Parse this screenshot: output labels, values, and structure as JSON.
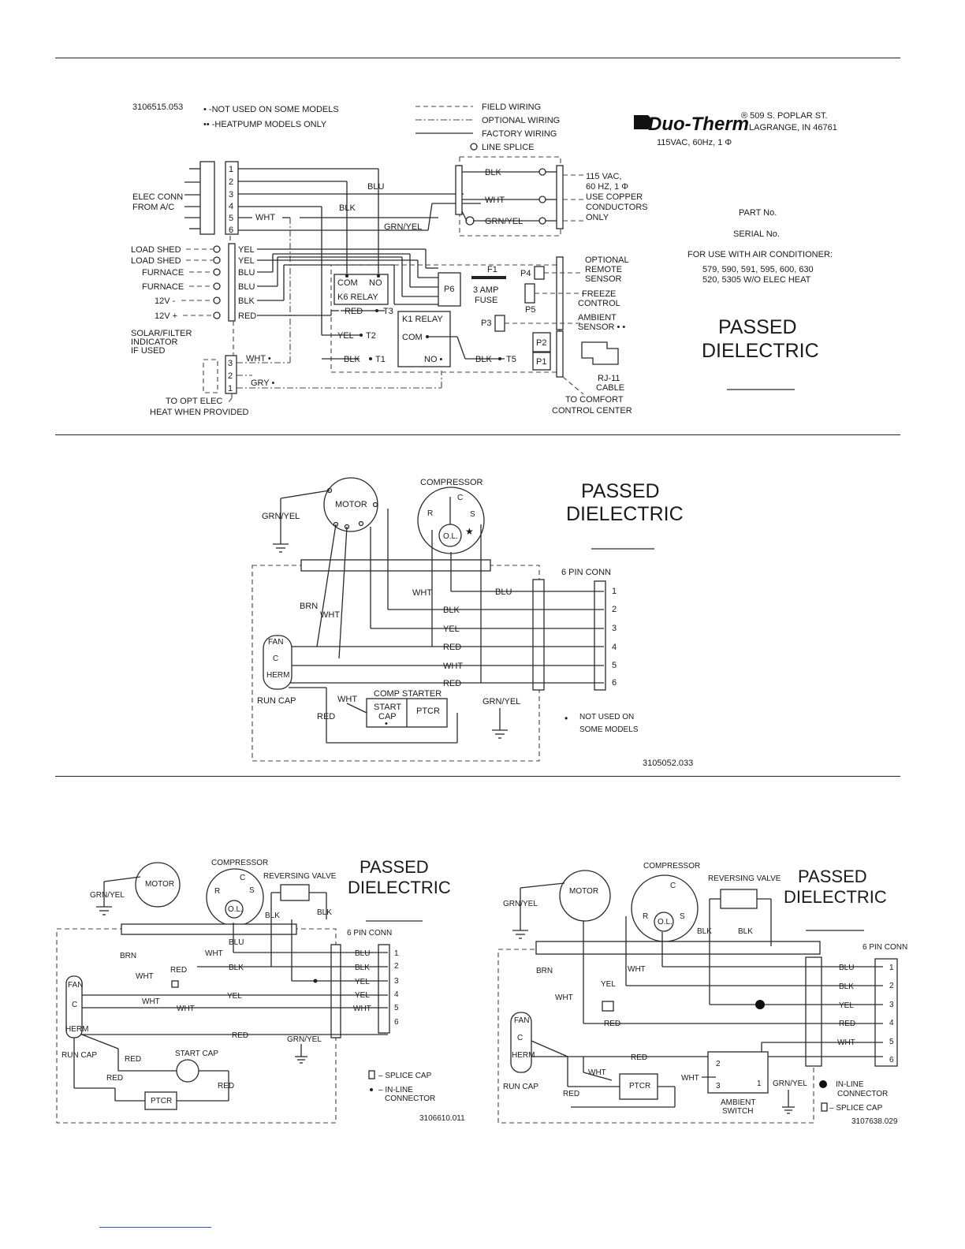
{
  "panel1": {
    "doc_code": "3106515.053",
    "legend_notes": [
      "• -NOT USED ON SOME MODELS",
      "•• -HEATPUMP MODELS ONLY"
    ],
    "wiring_legend": [
      "FIELD WIRING",
      "OPTIONAL WIRING",
      "FACTORY WIRING",
      "LINE SPLICE"
    ],
    "brand": "Duo-Therm",
    "address_1": "® 509 S. POPLAR ST.",
    "address_2": "LAGRANGE, IN 46761",
    "power_rating": "115VAC, 60Hz, 1 Φ",
    "elec_conn": [
      "ELEC CONN",
      "FROM A/C"
    ],
    "pins": [
      "1",
      "2",
      "3",
      "4",
      "5",
      "6"
    ],
    "pin5_wire": "WHT",
    "left_inputs": [
      "LOAD SHED",
      "LOAD SHED",
      "FURNACE",
      "FURNACE",
      "12V -",
      "12V +"
    ],
    "left_wires": [
      "YEL",
      "YEL",
      "BLU",
      "BLU",
      "BLK",
      "RED"
    ],
    "solar_filter": [
      "SOLAR/FILTER",
      "INDICATOR",
      "IF USED"
    ],
    "opt_pins": [
      "3",
      "2",
      "1"
    ],
    "opt_wires": [
      "WHT •",
      "GRY •"
    ],
    "opt_elec": [
      "TO OPT ELEC",
      "HEAT WHEN PROVIDED"
    ],
    "mid_labels": {
      "blu": "BLU",
      "blk": "BLK",
      "grn_yel": "GRN/YEL"
    },
    "line_wires": [
      "BLK",
      "WHT",
      "GRN/YEL"
    ],
    "line_voltage": [
      "115 VAC,",
      "60 HZ, 1 Φ",
      "USE COPPER",
      "CONDUCTORS",
      "ONLY"
    ],
    "k6_relay": {
      "com": "COM",
      "no": "NO",
      "label": "K6   RELAY"
    },
    "k1_relay": {
      "label": "K1  RELAY",
      "com": "COM",
      "no": "NO •"
    },
    "terminals": [
      "RED",
      "T3",
      "YEL",
      "T2",
      "BLK",
      "T1",
      "BLK",
      "T5"
    ],
    "connectors": {
      "p6": "P6",
      "p4": "P4",
      "p5": "P5",
      "p3": "P3",
      "p2": "P2",
      "p1": "P1",
      "f1": "F1"
    },
    "fuse": [
      "3 AMP",
      "FUSE"
    ],
    "right_sensors": [
      "OPTIONAL",
      "REMOTE",
      "SENSOR",
      "FREEZE",
      "CONTROL",
      "AMBIENT",
      "SENSOR • •"
    ],
    "rj11": [
      "RJ-11",
      "CABLE"
    ],
    "comfort": [
      "TO COMFORT",
      "CONTROL CENTER"
    ],
    "part_no": "PART No.",
    "serial_no": "SERIAL No.",
    "for_use": "FOR USE WITH AIR CONDITIONER:",
    "models_1": "579, 590, 591, 595, 600, 630",
    "models_2": "520, 5305 W/O ELEC HEAT",
    "passed": "PASSED",
    "dielectric": "DIELECTRIC"
  },
  "panel2": {
    "compressor": "COMPRESSOR",
    "comp_terms": [
      "C",
      "R",
      "S",
      "O.L."
    ],
    "star": "★",
    "motor": "MOTOR",
    "grn_yel": "GRN/YEL",
    "passed": "PASSED",
    "dielectric": "DIELECTRIC",
    "conn_title": "6 PIN CONN",
    "pins": [
      "1",
      "2",
      "3",
      "4",
      "5",
      "6"
    ],
    "wires": [
      "BLU",
      "BLK",
      "YEL",
      "RED",
      "WHT",
      "RED"
    ],
    "brn": "BRN",
    "wht_labels": [
      "WHT",
      "WHT",
      "WHT"
    ],
    "runcap": [
      "FAN",
      "C",
      "HERM",
      "RUN CAP"
    ],
    "comp_starter": "COMP STARTER",
    "start_cap": [
      "START",
      "CAP",
      "•"
    ],
    "ptcr": "PTCR",
    "red": "RED",
    "grn_yel_2": "GRN/YEL",
    "note": [
      "NOT USED ON",
      "SOME MODELS"
    ],
    "note_bullet": "•",
    "doc_code": "3105052.033"
  },
  "panel3": {
    "compressor": "COMPRESSOR",
    "comp_terms": [
      "C",
      "R",
      "S",
      "O.L."
    ],
    "motor": "MOTOR",
    "rev_valve": "REVERSING VALVE",
    "blk": [
      "BLK",
      "BLK"
    ],
    "grn_yel": "GRN/YEL",
    "passed": "PASSED",
    "dielectric": "DIELECTRIC",
    "conn_title": "6 PIN CONN",
    "pins": [
      "1",
      "2",
      "3",
      "4",
      "5",
      "6"
    ],
    "wires": [
      "BLU",
      "BLK",
      "YEL",
      "YEL",
      "WHT"
    ],
    "inner": [
      "BLU",
      "BLK",
      "YEL",
      "RED",
      "WHT",
      "WHT",
      "WHT",
      "RED",
      "BRN",
      "WHT",
      "RED"
    ],
    "runcap": [
      "FAN",
      "C",
      "HERM",
      "RUN CAP"
    ],
    "start_cap": "START CAP",
    "ptcr": "PTCR",
    "red_labels": [
      "RED",
      "RED"
    ],
    "grn_yel_2": "GRN/YEL",
    "legend": [
      "– SPLICE CAP",
      "– IN-LINE",
      "CONNECTOR"
    ],
    "doc_code": "3106610.011"
  },
  "panel4": {
    "compressor": "COMPRESSOR",
    "comp_terms": [
      "C",
      "R",
      "S",
      "O.L."
    ],
    "motor": "MOTOR",
    "rev_valve": "REVERSING VALVE",
    "blk": [
      "BLK",
      "BLK"
    ],
    "grn_yel": "GRN/YEL",
    "passed": "PASSED",
    "dielectric": "DIELECTRIC",
    "conn_title": "6 PIN CONN",
    "pins": [
      "1",
      "2",
      "3",
      "4",
      "5",
      "6"
    ],
    "wires": [
      "BLU",
      "BLK",
      "YEL",
      "RED",
      "WHT"
    ],
    "inner": [
      "BRN",
      "WHT",
      "WHT",
      "YEL",
      "RED",
      "RED",
      "WHT",
      "WHT",
      "RED"
    ],
    "runcap": [
      "FAN",
      "C",
      "HERM",
      "RUN CAP"
    ],
    "ptcr": "PTCR",
    "ambient": [
      "2",
      "3",
      "1",
      "AMBIENT",
      "SWITCH"
    ],
    "grn_yel_2": "GRN/YEL",
    "legend": [
      "IN-LINE",
      "CONNECTOR",
      "– SPLICE CAP"
    ],
    "doc_code": "3107638.029"
  }
}
